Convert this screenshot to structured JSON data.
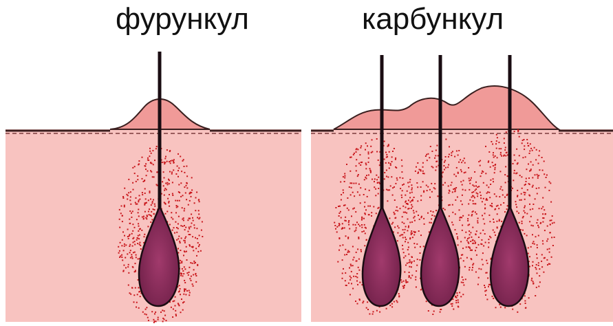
{
  "labels": {
    "left": "фурункул",
    "right": "карбункул"
  },
  "colors": {
    "skin": "#f8c3c0",
    "skin_raised": "#f09a98",
    "outline": "#3a1f1f",
    "follicle": "#8a2a5c",
    "infection_dots": "#c8161b",
    "background": "#ffffff"
  },
  "panels": [
    {
      "name": "furuncle",
      "follicles": 1
    },
    {
      "name": "carbuncle",
      "follicles": 3
    }
  ]
}
